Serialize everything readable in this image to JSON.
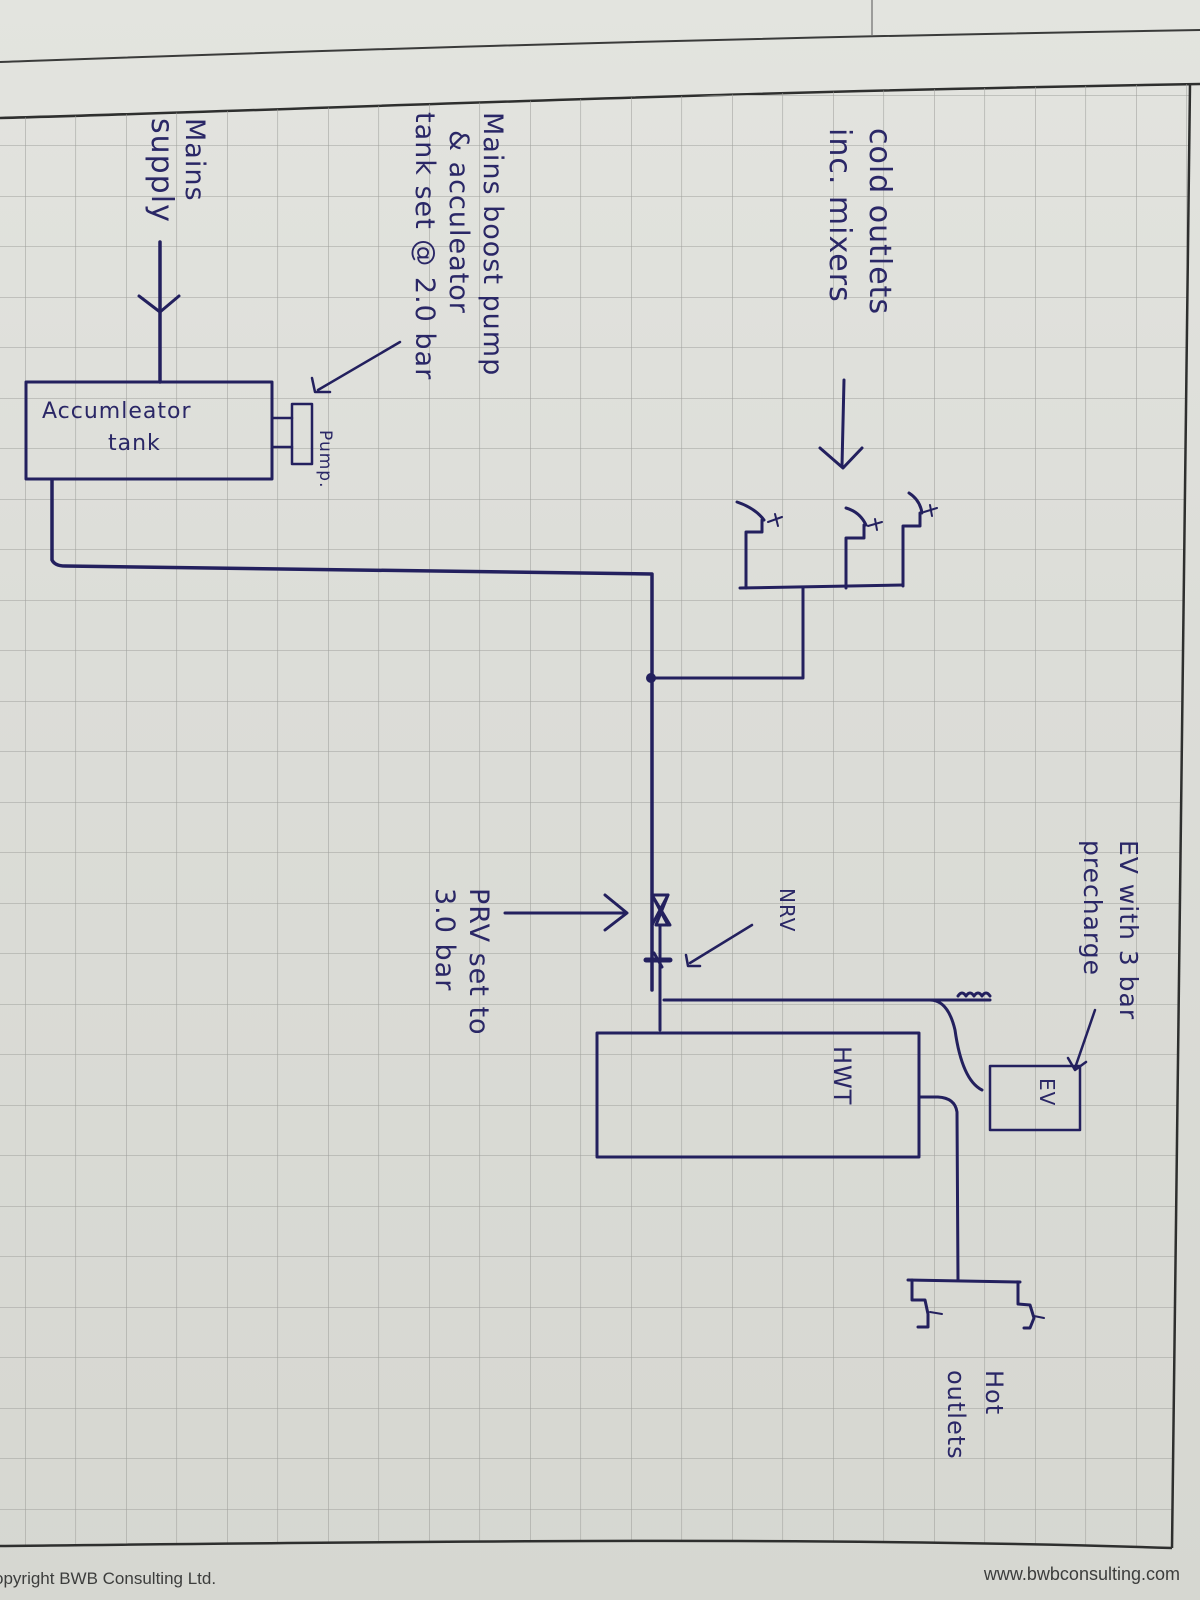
{
  "document": {
    "type": "hand-drawn plumbing schematic on grid paper",
    "footer": {
      "copyright": "opyright BWB Consulting Ltd.",
      "website": "www.bwbconsulting.com"
    }
  },
  "labels": {
    "mains_supply": [
      "Mains",
      "supply"
    ],
    "boost_pump_note": [
      "Mains boost pump",
      "& acculeator",
      "tank   set @ 2.0 bar"
    ],
    "accumulator_tank": [
      "Accumleator",
      "tank"
    ],
    "pump": "Pump.",
    "cold_outlets": [
      "cold  outlets",
      "inc. mixers"
    ],
    "prv_note": [
      "PRV  set to",
      "3.0 bar"
    ],
    "nrv": "NRV",
    "hwt": "HWT",
    "ev_note": [
      "EV  with 3 bar",
      "precharge"
    ],
    "ev": "EV",
    "hot_outlets": [
      "Hot",
      "outlets"
    ]
  },
  "components": [
    {
      "id": "mains-supply",
      "name": "Mains supply"
    },
    {
      "id": "accumulator-tank",
      "name": "Accumulator tank"
    },
    {
      "id": "boost-pump",
      "name": "Pump",
      "setting": "2.0 bar"
    },
    {
      "id": "cold-outlets",
      "name": "Cold outlets inc. mixers",
      "count": 3
    },
    {
      "id": "prv",
      "name": "PRV",
      "setting": "3.0 bar"
    },
    {
      "id": "nrv",
      "name": "NRV"
    },
    {
      "id": "hwt",
      "name": "HWT"
    },
    {
      "id": "expansion-vessel",
      "name": "EV",
      "precharge": "3 bar"
    },
    {
      "id": "hot-outlets",
      "name": "Hot outlets",
      "count": 2
    }
  ],
  "colors": {
    "ink": "#23205e",
    "paper": "#e0e1dc",
    "grid": "#9fa09c"
  }
}
